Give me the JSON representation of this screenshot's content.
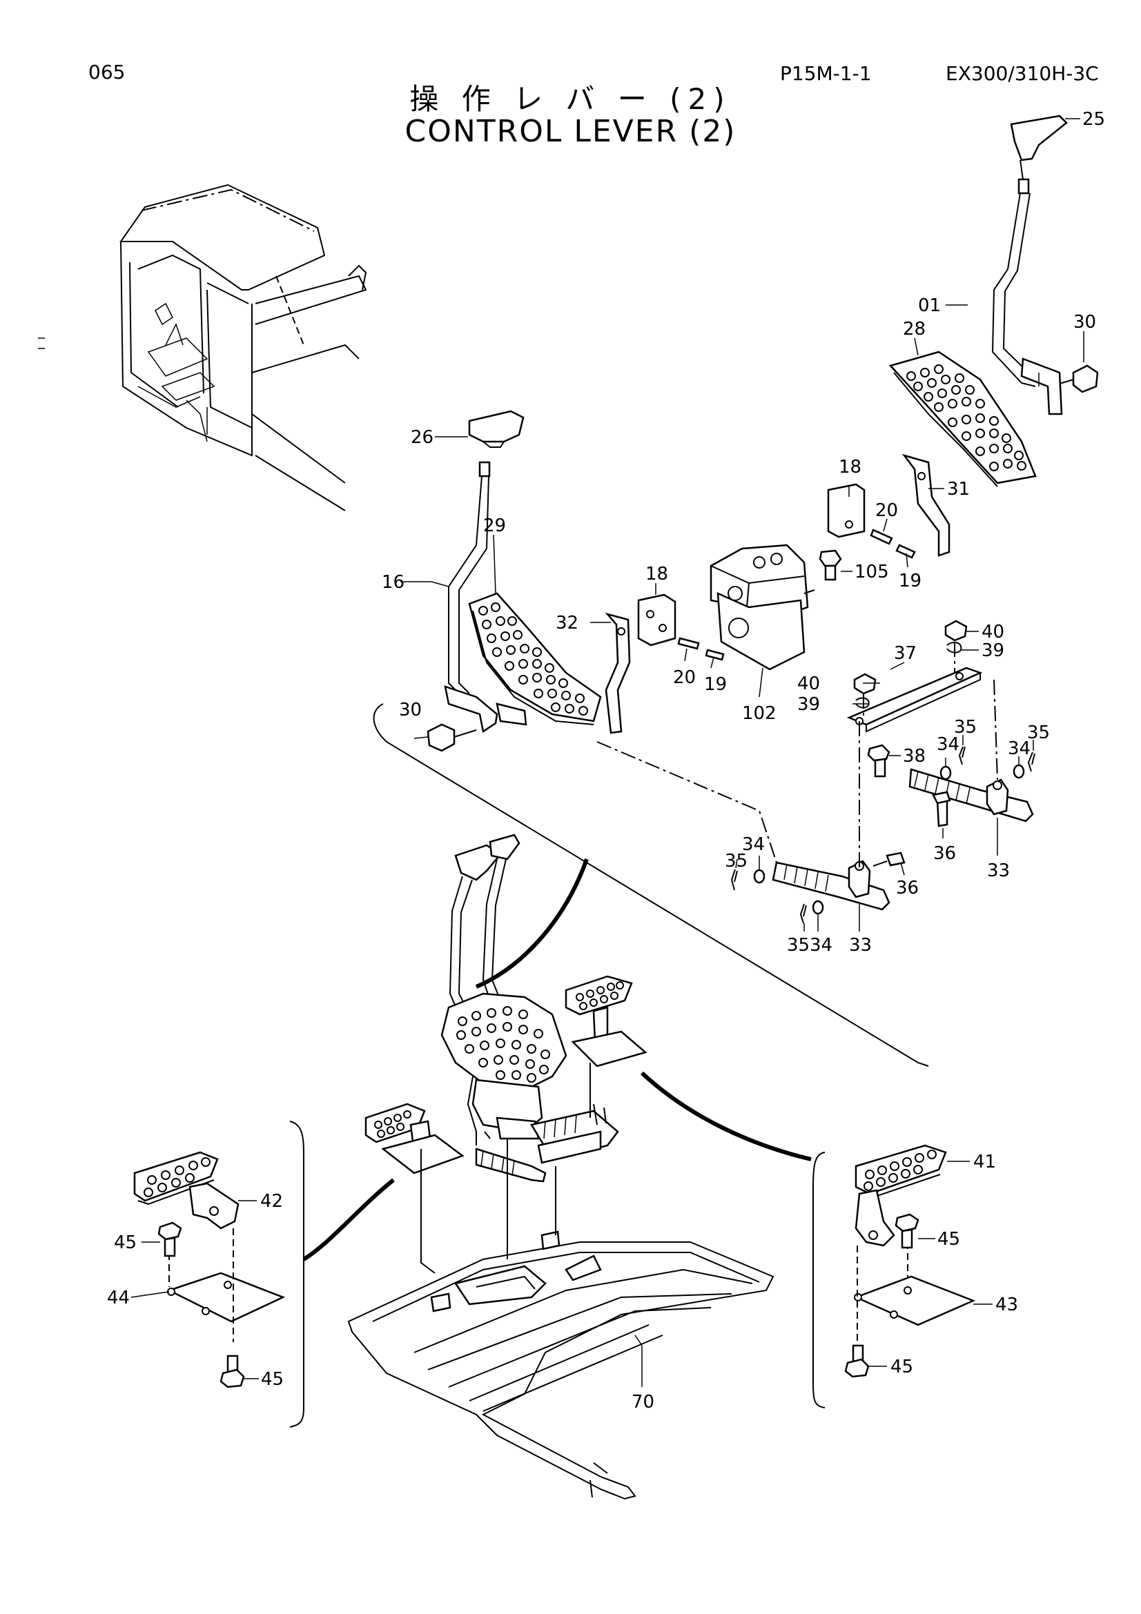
{
  "header": {
    "page_number": "065",
    "figure_code": "P15M-1-1",
    "model": "EX300/310H-3C"
  },
  "title": {
    "japanese": "操 作 レ バ ー (2)",
    "english": "CONTROL LEVER (2)"
  },
  "callouts": [
    {
      "id": "lbl-25",
      "text": "25"
    },
    {
      "id": "lbl-01",
      "text": "01"
    },
    {
      "id": "lbl-30a",
      "text": "30"
    },
    {
      "id": "lbl-28",
      "text": "28"
    },
    {
      "id": "lbl-26",
      "text": "26"
    },
    {
      "id": "lbl-18a",
      "text": "18"
    },
    {
      "id": "lbl-31",
      "text": "31"
    },
    {
      "id": "lbl-20a",
      "text": "20"
    },
    {
      "id": "lbl-19a",
      "text": "19"
    },
    {
      "id": "lbl-105",
      "text": "105"
    },
    {
      "id": "lbl-29",
      "text": "29"
    },
    {
      "id": "lbl-16",
      "text": "16"
    },
    {
      "id": "lbl-18b",
      "text": "18"
    },
    {
      "id": "lbl-32",
      "text": "32"
    },
    {
      "id": "lbl-20b",
      "text": "20"
    },
    {
      "id": "lbl-19b",
      "text": "19"
    },
    {
      "id": "lbl-102",
      "text": "102"
    },
    {
      "id": "lbl-40a",
      "text": "40"
    },
    {
      "id": "lbl-39a",
      "text": "39"
    },
    {
      "id": "lbl-37",
      "text": "37"
    },
    {
      "id": "lbl-40b",
      "text": "40"
    },
    {
      "id": "lbl-39b",
      "text": "39"
    },
    {
      "id": "lbl-30b",
      "text": "30"
    },
    {
      "id": "lbl-38",
      "text": "38"
    },
    {
      "id": "lbl-35a",
      "text": "35"
    },
    {
      "id": "lbl-34a",
      "text": "34"
    },
    {
      "id": "lbl-34b",
      "text": "34"
    },
    {
      "id": "lbl-35b",
      "text": "35"
    },
    {
      "id": "lbl-36a",
      "text": "36"
    },
    {
      "id": "lbl-33a",
      "text": "33"
    },
    {
      "id": "lbl-34c",
      "text": "34"
    },
    {
      "id": "lbl-35c",
      "text": "35"
    },
    {
      "id": "lbl-36b",
      "text": "36"
    },
    {
      "id": "lbl-35d",
      "text": "35"
    },
    {
      "id": "lbl-34d",
      "text": "34"
    },
    {
      "id": "lbl-33b",
      "text": "33"
    },
    {
      "id": "lbl-41",
      "text": "41"
    },
    {
      "id": "lbl-42",
      "text": "42"
    },
    {
      "id": "lbl-45a",
      "text": "45"
    },
    {
      "id": "lbl-45b",
      "text": "45"
    },
    {
      "id": "lbl-44",
      "text": "44"
    },
    {
      "id": "lbl-45c",
      "text": "45"
    },
    {
      "id": "lbl-43",
      "text": "43"
    },
    {
      "id": "lbl-45d",
      "text": "45"
    },
    {
      "id": "lbl-70",
      "text": "70"
    }
  ]
}
